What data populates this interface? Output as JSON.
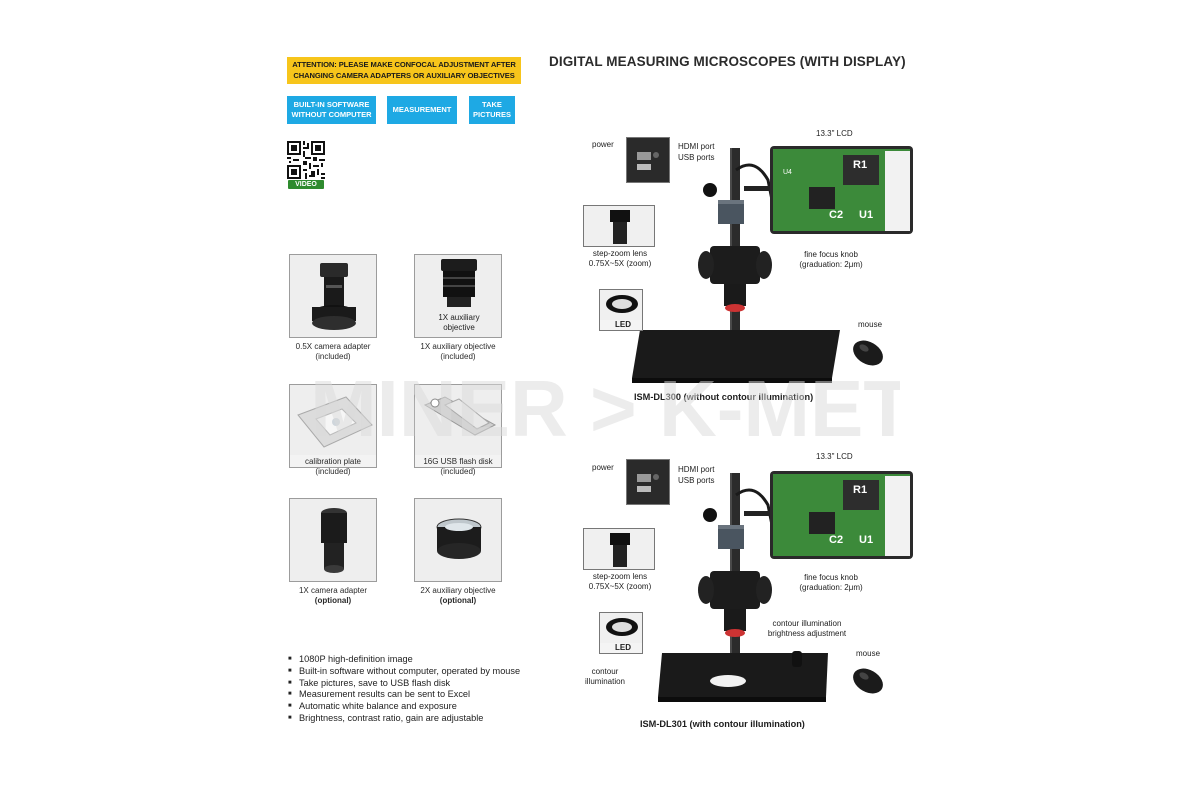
{
  "header": {
    "attention_line1": "ATTENTION: PLEASE MAKE CONFOCAL ADJUSTMENT AFTER",
    "attention_line2": "CHANGING CAMERA ADAPTERS OR AUXILIARY OBJECTIVES",
    "title": "DIGITAL MEASURING MICROSCOPES (WITH DISPLAY)"
  },
  "features": {
    "software_line1": "BUILT-IN SOFTWARE",
    "software_line2": "WITHOUT COMPUTER",
    "measurement": "MEASUREMENT",
    "pictures_line1": "TAKE",
    "pictures_line2": "PICTURES",
    "video_tag": "VIDEO"
  },
  "accessories": [
    {
      "line1": "0.5X camera adapter",
      "line2": "(included)"
    },
    {
      "line1": "1X auxiliary objective",
      "line2": "(included)",
      "inset_line1": "1X auxiliary",
      "inset_line2": "objective"
    },
    {
      "line1": "calibration plate",
      "line2": "(included)"
    },
    {
      "line1": "16G USB flash disk",
      "line2": "(included)"
    },
    {
      "line1": "1X camera adapter",
      "line2": "(optional)"
    },
    {
      "line1": "2X auxiliary objective",
      "line2": "(optional)"
    }
  ],
  "bullets": [
    "1080P high-definition image",
    "Built-in software without computer, operated by mouse",
    "Take pictures, save to USB flash disk",
    "Measurement results can be sent to Excel",
    "Automatic white balance and exposure",
    "Brightness, contrast ratio, gain are adjustable"
  ],
  "microscope_labels": {
    "power": "power",
    "hdmi": "HDMI port",
    "usb": "USB ports",
    "lcd": "13.3\" LCD",
    "lens_line1": "step-zoom lens",
    "lens_line2": "0.75X~5X (zoom)",
    "focus_line1": "fine focus knob",
    "focus_line2": "(graduation: 2μm)",
    "led": "LED",
    "mouse": "mouse",
    "contour_adj_line1": "contour illumination",
    "contour_adj_line2": "brightness adjustment",
    "contour_line1": "contour",
    "contour_line2": "illumination",
    "pcb_r1": "R1",
    "pcb_c2": "C2",
    "pcb_u1": "U1",
    "pcb_u4": "U4"
  },
  "models": {
    "dl300": "ISM-DL300 (without contour illumination)",
    "dl301": "ISM-DL301 (with contour illumination)"
  },
  "watermark": "MINER > K-MET",
  "colors": {
    "attention_bg": "#f7c51b",
    "feature_bg": "#1ea9e4",
    "video_green": "#2e8b2e",
    "pcb_green": "#3c8a3a"
  }
}
